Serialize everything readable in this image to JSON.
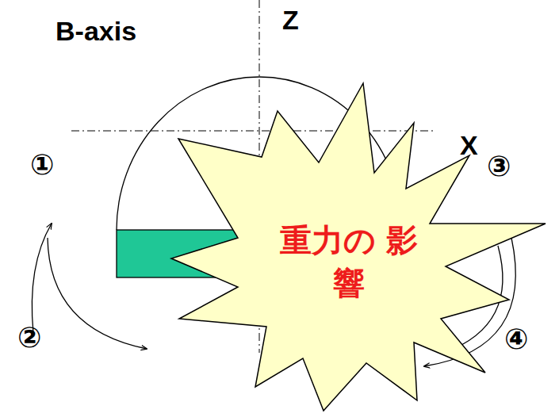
{
  "diagram": {
    "nodes": [
      {
        "text": [
          "重力の 影響"
        ]
      }
    ],
    "labels": [
      "B-axis",
      "Z",
      "X",
      "①",
      "②",
      "③",
      "④"
    ]
  }
}
